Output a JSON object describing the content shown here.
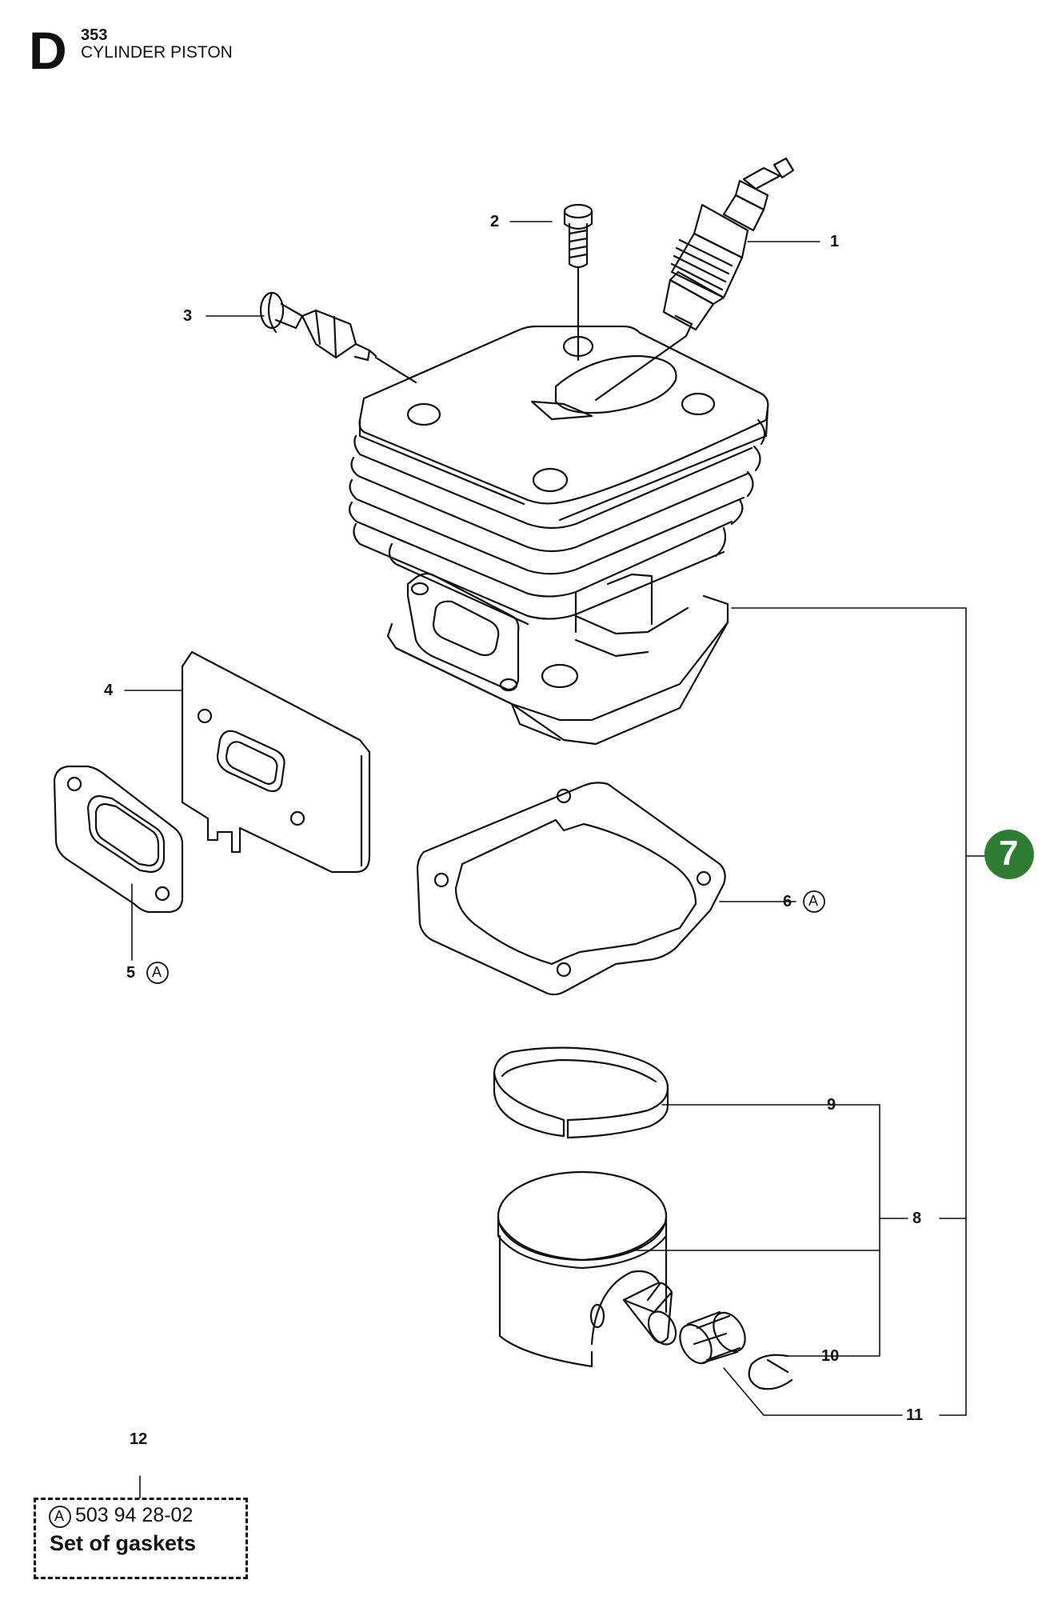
{
  "header": {
    "section_letter": "D",
    "model": "353",
    "title": "CYLINDER PISTON"
  },
  "callouts": {
    "c1": "1",
    "c2": "2",
    "c3": "3",
    "c4": "4",
    "c5": "5",
    "c6": "6",
    "c8": "8",
    "c9": "9",
    "c10": "10",
    "c11": "11",
    "c12": "12"
  },
  "kit_marker": "A",
  "assembly_badge": {
    "label": "7",
    "color": "#2f7d32"
  },
  "gasket_set": {
    "part_number": "503 94 28-02",
    "name": "Set of gaskets"
  }
}
